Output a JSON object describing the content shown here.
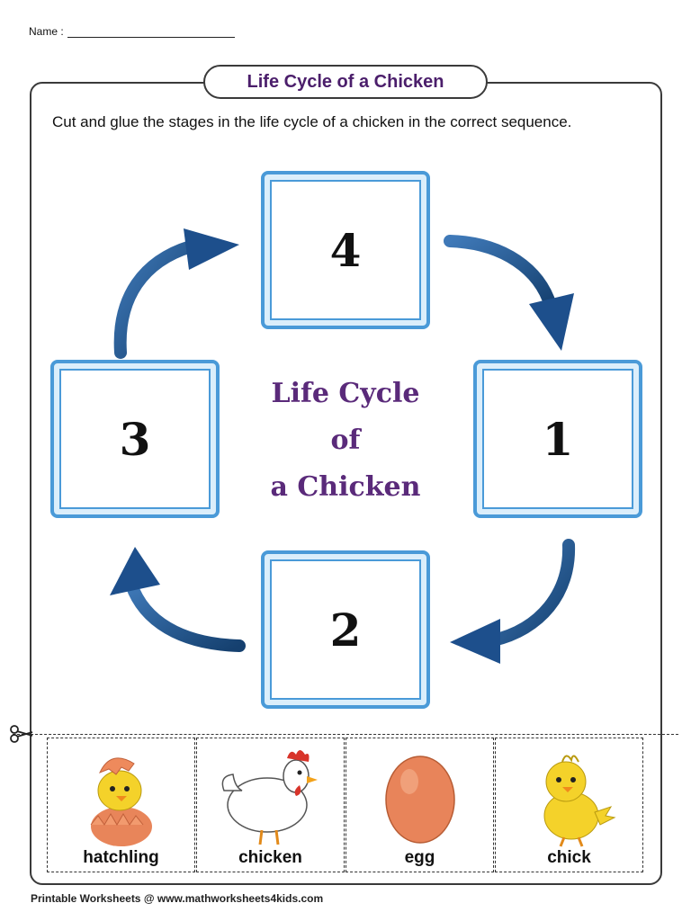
{
  "header": {
    "name_label": "Name :"
  },
  "title": "Life Cycle of a Chicken",
  "instructions": "Cut and glue the stages in the life cycle of a chicken in the correct sequence.",
  "stages": {
    "top": "4",
    "right": "1",
    "bottom": "2",
    "left": "3"
  },
  "center_title": {
    "line1": "Life Cycle",
    "line2": "of",
    "line3": "a Chicken"
  },
  "cards": [
    {
      "label": "hatchling",
      "icon": "hatchling-icon"
    },
    {
      "label": "chicken",
      "icon": "hen-icon"
    },
    {
      "label": "egg",
      "icon": "egg-icon"
    },
    {
      "label": "chick",
      "icon": "chick-icon"
    }
  ],
  "footer": "Printable Worksheets @ www.mathworksheets4kids.com",
  "colors": {
    "box_border": "#4a9ad8",
    "arrow": "#1d4f8c",
    "title_text": "#5a2a7a"
  }
}
